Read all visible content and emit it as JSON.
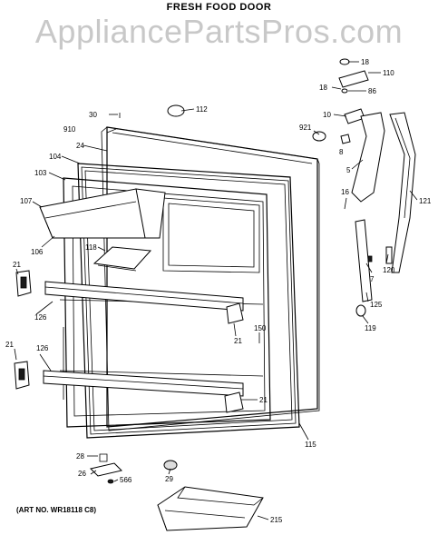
{
  "title": "FRESH FOOD DOOR",
  "watermark": "AppliancePartsPros.com",
  "art_number": "(ART NO. WR18118 C8)",
  "callouts": {
    "c18a": "18",
    "c110": "110",
    "c18b": "18",
    "c86": "86",
    "c30": "30",
    "c112": "112",
    "c10": "10",
    "c921": "921",
    "c910": "910",
    "c8": "8",
    "c24": "24",
    "c104": "104",
    "c103": "103",
    "c5": "5",
    "c16": "16",
    "c121": "121",
    "c107": "107",
    "c106": "106",
    "c118": "118",
    "c21a": "21",
    "c7": "7",
    "c120": "120",
    "c126a": "126",
    "c125": "125",
    "c119": "119",
    "c150": "150",
    "c21b": "21",
    "c21c": "21",
    "c126b": "126",
    "c21d": "21",
    "c115": "115",
    "c28": "28",
    "c26": "26",
    "c566": "566",
    "c29": "29",
    "c215": "215"
  }
}
